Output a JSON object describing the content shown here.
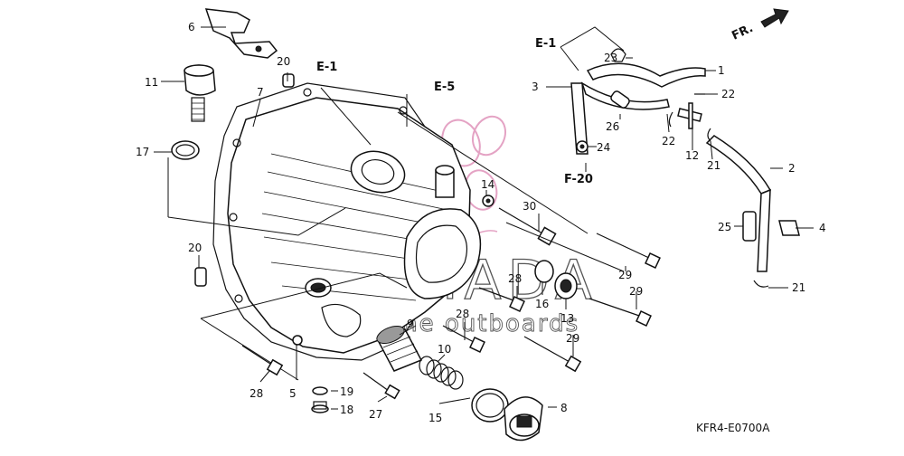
{
  "diagram": {
    "direction_label": "FR.",
    "drawing_code": "KFR4-E0700A",
    "references": {
      "e1_left": "E-1",
      "e1_right": "E-1",
      "e5": "E-5",
      "f20": "F-20"
    },
    "watermark": {
      "brand": "ARMADA",
      "tagline": "marine outboards",
      "logo_color": "#e4a3c4"
    },
    "callouts": {
      "c1": "1",
      "c2": "2",
      "c3": "3",
      "c4": "4",
      "c5": "5",
      "c6": "6",
      "c7": "7",
      "c8": "8",
      "c9": "9",
      "c10": "10",
      "c11": "11",
      "c12": "12",
      "c13": "13",
      "c14": "14",
      "c15": "15",
      "c16": "16",
      "c17": "17",
      "c18": "18",
      "c19": "19",
      "c20a": "20",
      "c20b": "20",
      "c21a": "21",
      "c21b": "21",
      "c22a": "22",
      "c22b": "22",
      "c23": "23",
      "c24": "24",
      "c25": "25",
      "c26": "26",
      "c27": "27",
      "c28a": "28",
      "c28b": "28",
      "c28c": "28",
      "c29a": "29",
      "c29b": "29",
      "c29c": "29",
      "c30": "30"
    }
  }
}
